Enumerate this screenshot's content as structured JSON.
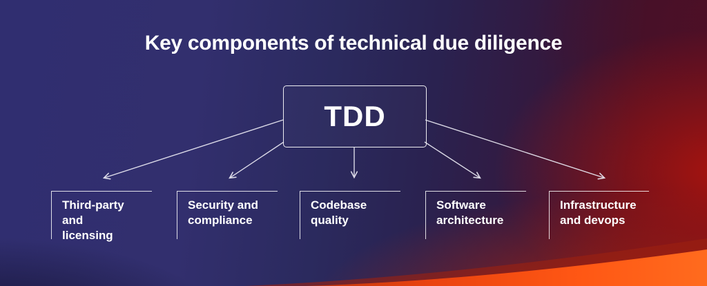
{
  "title": "Key components of technical due diligence",
  "root_node": {
    "label": "TDD"
  },
  "components": [
    {
      "label": "Third-party and licensing",
      "lines": [
        "Third-party",
        "and",
        "licensing"
      ]
    },
    {
      "label": "Security and compliance",
      "lines": [
        "Security and",
        "compliance"
      ]
    },
    {
      "label": "Codebase quality",
      "lines": [
        "Codebase",
        "quality"
      ]
    },
    {
      "label": "Software architecture",
      "lines": [
        "Software",
        "architecture"
      ]
    },
    {
      "label": "Infrastructure and devops",
      "lines": [
        "Infrastructure",
        "and devops"
      ]
    }
  ],
  "colors": {
    "background_indigo": "#32306f",
    "background_maroon": "#431026",
    "glow_red": "#b2150c",
    "band_orange": "#ff5714",
    "text": "#ffffff",
    "line": "#e9e8f2"
  }
}
